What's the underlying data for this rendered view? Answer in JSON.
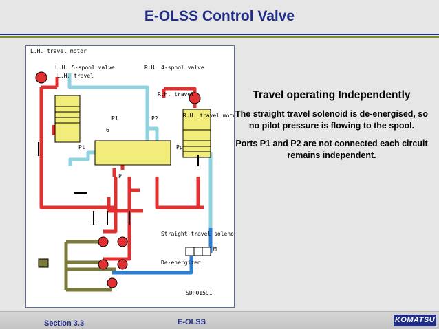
{
  "slide": {
    "title": "E-OLSS Control Valve",
    "heading": "Travel operating Independently",
    "paragraph1": "The straight travel solenoid is de-energised, so no pilot pressure is flowing to the spool.",
    "paragraph2": "Ports P1 and P2 are not connected each circuit remains independent."
  },
  "diagram": {
    "lh_travel_motor": "L.H. travel motor",
    "lh_spool": "L.H. 5-spool valve",
    "rh_spool": "R.H. 4-spool valve",
    "lh_travel": "L.H. travel",
    "rh_travel": "R.H. travel",
    "rh_travel_motor": "R.H. travel motor",
    "p1": "P1",
    "p2": "P2",
    "six": "6",
    "pt": "Pt",
    "pp": "Pp",
    "p": "P",
    "straight_valve": "Straight-travel solenoid valve",
    "m": "M",
    "de_energized": "De-energized",
    "code": "SDP01591"
  },
  "footer": {
    "section": "Section 3.3",
    "center": "E-OLSS",
    "logo": "KOMATSU"
  },
  "colors": {
    "title": "#1f2d86",
    "pressure_line": "#e03030",
    "pilot_line": "#8fd3e0",
    "drain_line": "#7a7a3a",
    "supply_line": "#2a7fd4",
    "block": "#f2ec7a"
  }
}
